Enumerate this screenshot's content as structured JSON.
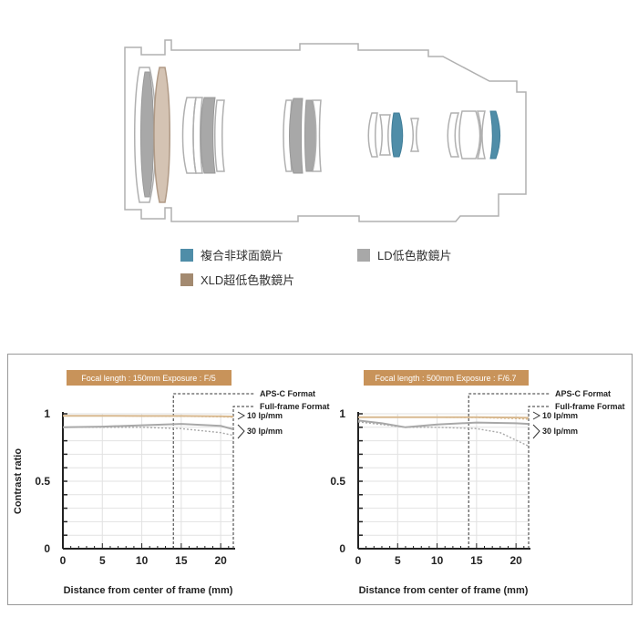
{
  "legend": {
    "items": [
      {
        "label": "複合非球面鏡片",
        "color": "#4f8da8"
      },
      {
        "label": "LD低色散鏡片",
        "color": "#a8a8a8"
      },
      {
        "label": "XLD超低色散鏡片",
        "color": "#a38a70"
      }
    ]
  },
  "colors": {
    "header_bar": "#c8935a",
    "line_10": "#d8b990",
    "line_30": "#a8a8a8",
    "lens_outline": "#b0b0b0"
  },
  "chart_data": [
    {
      "type": "line",
      "title": "Focal length : 150mm Exposure : F/5",
      "xlabel": "Distance from center of frame (mm)",
      "ylabel": "Contrast ratio",
      "xlim": [
        0,
        21.6
      ],
      "ylim": [
        0,
        1
      ],
      "xticks": [
        "0",
        "5",
        "10",
        "15",
        "20"
      ],
      "yticks": [
        "0",
        "0.5",
        "1"
      ],
      "grid": true,
      "aps_c_limit_mm": 14,
      "annotations": {
        "aps_c": "APS-C Format",
        "full_frame": "Full-frame Format",
        "freq_10": "10 lp/mm",
        "freq_30": "30 lp/mm"
      },
      "series": [
        {
          "group": "10 lp/mm",
          "style": "solid",
          "x": [
            0,
            5,
            10,
            15,
            20,
            21.6
          ],
          "y": [
            0.985,
            0.985,
            0.984,
            0.984,
            0.982,
            0.98
          ]
        },
        {
          "group": "10 lp/mm",
          "style": "dotted",
          "x": [
            0,
            5,
            10,
            15,
            20,
            21.6
          ],
          "y": [
            0.985,
            0.985,
            0.983,
            0.982,
            0.978,
            0.975
          ]
        },
        {
          "group": "30 lp/mm",
          "style": "solid",
          "x": [
            0,
            5,
            10,
            15,
            20,
            21.6
          ],
          "y": [
            0.9,
            0.905,
            0.915,
            0.925,
            0.91,
            0.885
          ]
        },
        {
          "group": "30 lp/mm",
          "style": "dotted",
          "x": [
            0,
            5,
            10,
            15,
            20,
            21.6
          ],
          "y": [
            0.9,
            0.9,
            0.9,
            0.89,
            0.86,
            0.84
          ]
        }
      ]
    },
    {
      "type": "line",
      "title": "Focal length : 500mm Exposure : F/6.7",
      "xlabel": "Distance from center of frame (mm)",
      "ylabel": "",
      "xlim": [
        0,
        21.6
      ],
      "ylim": [
        0,
        1
      ],
      "xticks": [
        "0",
        "5",
        "10",
        "15",
        "20"
      ],
      "yticks": [
        "0",
        "0.5",
        "1"
      ],
      "grid": true,
      "aps_c_limit_mm": 14,
      "annotations": {
        "aps_c": "APS-C Format",
        "full_frame": "Full-frame Format",
        "freq_10": "10 lp/mm",
        "freq_30": "30 lp/mm"
      },
      "series": [
        {
          "group": "10 lp/mm",
          "style": "solid",
          "x": [
            0,
            5,
            10,
            15,
            20,
            21.6
          ],
          "y": [
            0.975,
            0.975,
            0.975,
            0.975,
            0.972,
            0.97
          ]
        },
        {
          "group": "10 lp/mm",
          "style": "dotted",
          "x": [
            0,
            5,
            10,
            15,
            20,
            21.6
          ],
          "y": [
            0.975,
            0.975,
            0.974,
            0.972,
            0.965,
            0.96
          ]
        },
        {
          "group": "30 lp/mm",
          "style": "solid",
          "x": [
            0,
            3,
            6,
            10,
            15,
            20,
            21.6
          ],
          "y": [
            0.95,
            0.93,
            0.9,
            0.92,
            0.935,
            0.93,
            0.925
          ]
        },
        {
          "group": "30 lp/mm",
          "style": "dotted",
          "x": [
            0,
            3,
            6,
            10,
            15,
            18,
            21.6
          ],
          "y": [
            0.94,
            0.92,
            0.9,
            0.9,
            0.89,
            0.86,
            0.76
          ]
        }
      ]
    }
  ]
}
